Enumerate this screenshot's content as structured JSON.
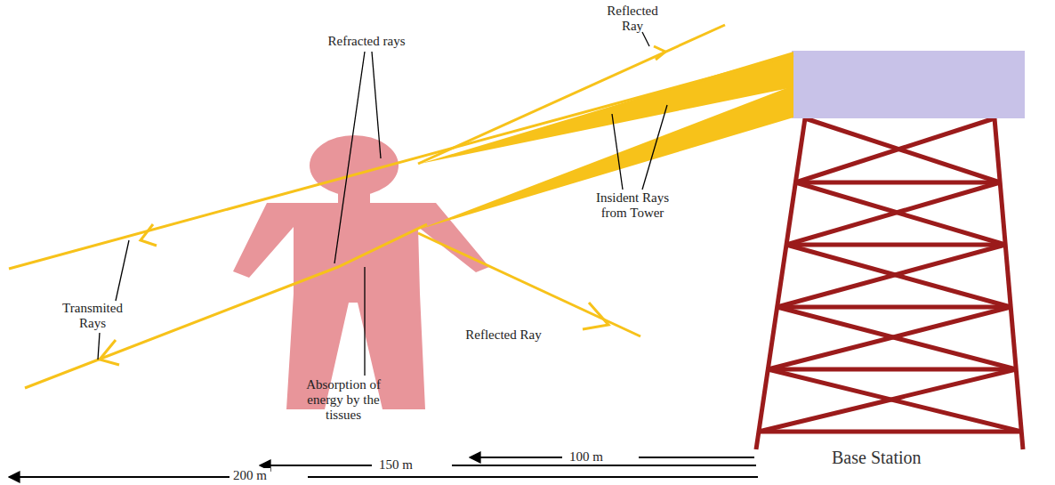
{
  "diagram": {
    "labels": [
      "Reflected Ray",
      "Refracted rays",
      "Insident Rays from Tower",
      "Transmited Rays",
      "Reflected Ray",
      "Absorption of energy by the tissues",
      "100 m",
      "150 m",
      "200 m",
      "Base Station"
    ]
  }
}
